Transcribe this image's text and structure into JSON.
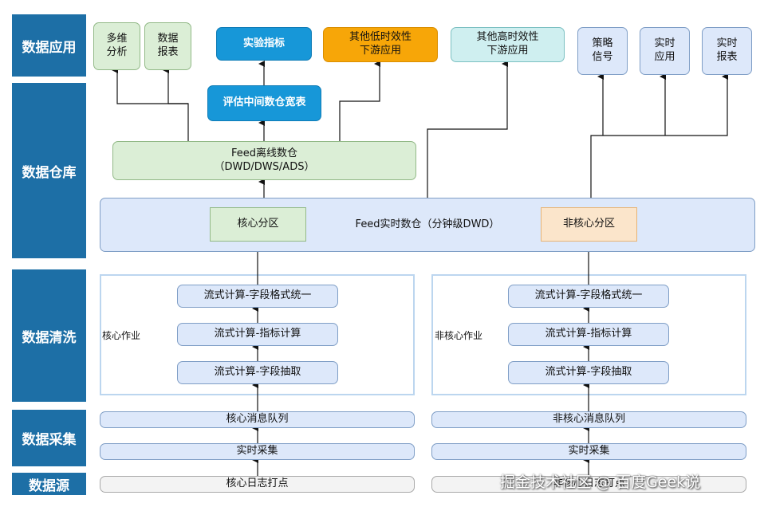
{
  "layers": {
    "app": "数据应用",
    "warehouse": "数据仓库",
    "cleaning": "数据清洗",
    "collection": "数据采集",
    "source": "数据源"
  },
  "app_nodes": {
    "multi_dim": "多维\n分析",
    "data_report": "数据\n报表",
    "experiment": "实验指标",
    "low_timeliness": "其他低时效性\n下游应用",
    "high_timeliness": "其他高时效性\n下游应用",
    "strategy_signal": "策略\n信号",
    "realtime_app": "实时\n应用",
    "realtime_report": "实时\n报表"
  },
  "warehouse_nodes": {
    "eval_wide_table": "评估中间数仓宽表",
    "offline_dw": "Feed离线数仓\n（DWD/DWS/ADS）",
    "realtime_dw": "Feed实时数仓（分钟级DWD）",
    "core_partition": "核心分区",
    "noncore_partition": "非核心分区"
  },
  "cleaning": {
    "core_job_label": "核心作业",
    "noncore_job_label": "非核心作业",
    "steps": [
      "流式计算-字段格式统一",
      "流式计算-指标计算",
      "流式计算-字段抽取"
    ]
  },
  "collection": {
    "core_queue": "核心消息队列",
    "noncore_queue": "非核心消息队列",
    "realtime_collect": "实时采集"
  },
  "source": {
    "core_log": "核心日志打点",
    "noncore_log": "非核心日志打点"
  },
  "watermark": "掘金技术社区 @ 百度Geek说",
  "colors": {
    "band": "#1d6fa6",
    "experiment": "#1797d8",
    "low_timeliness": "#f7a608",
    "high_timeliness": "#cfeff0",
    "offline": "#dbeed6",
    "realtime": "#dde8fa",
    "noncore_partition": "#fbe5cb"
  }
}
